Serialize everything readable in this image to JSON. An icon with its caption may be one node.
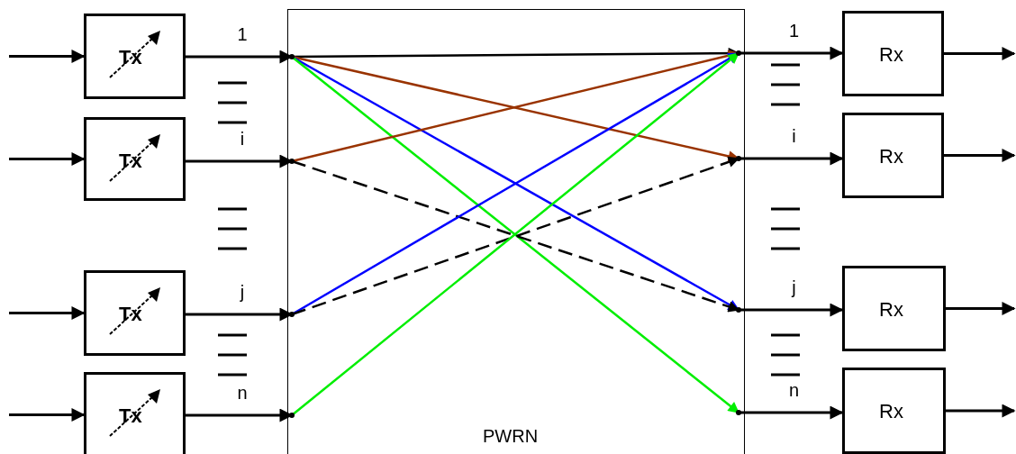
{
  "diagram": {
    "nodes": [
      {
        "text": [
          "Tx"
        ]
      },
      {
        "text": [
          "Tx"
        ]
      },
      {
        "text": [
          "Tx"
        ]
      },
      {
        "text": [
          "Tx"
        ]
      },
      {
        "text": [
          "PWRN"
        ]
      },
      {
        "text": [],
        "shape": "dot",
        "in": 4
      },
      {
        "text": [],
        "shape": "dot",
        "in": 4
      },
      {
        "text": [],
        "shape": "dot",
        "in": 4
      },
      {
        "text": [],
        "shape": "dot",
        "in": 4
      },
      {
        "text": [],
        "shape": "dot",
        "in": 4
      },
      {
        "text": [],
        "shape": "dot",
        "in": 4
      },
      {
        "text": [],
        "shape": "dot",
        "in": 4
      },
      {
        "text": [],
        "shape": "dot",
        "in": 4
      },
      {
        "text": [
          "Rx"
        ]
      },
      {
        "text": [
          "Rx"
        ]
      },
      {
        "text": [
          "Rx"
        ]
      },
      {
        "text": [
          "Rx"
        ]
      }
    ],
    "edges": [
      {
        "from": null,
        "to": 0,
        "arrow": "to"
      },
      {
        "from": null,
        "to": 1,
        "arrow": "to"
      },
      {
        "from": null,
        "to": 2,
        "arrow": "to"
      },
      {
        "from": null,
        "to": 3,
        "arrow": "to"
      },
      {
        "from": 0,
        "to": 5,
        "arrow": "to",
        "label": "1"
      },
      {
        "from": 1,
        "to": 6,
        "arrow": "to",
        "label": "i"
      },
      {
        "from": 2,
        "to": 7,
        "arrow": "to",
        "label": "j"
      },
      {
        "from": 3,
        "to": 8,
        "arrow": "to",
        "label": "n"
      },
      {
        "from": 5,
        "to": 9,
        "arrow": "to"
      },
      {
        "from": 5,
        "to": 10,
        "arrow": "to",
        "color": "#993300"
      },
      {
        "from": 5,
        "to": 11,
        "arrow": "to",
        "color": "#0000ff"
      },
      {
        "from": 5,
        "to": 12,
        "arrow": "to",
        "color": "#00ee00"
      },
      {
        "from": 6,
        "to": 9,
        "arrow": "to",
        "color": "#993300"
      },
      {
        "from": 6,
        "to": 11,
        "arrow": "to",
        "style": "dashed"
      },
      {
        "from": 7,
        "to": 9,
        "arrow": "to",
        "color": "#0000ff"
      },
      {
        "from": 7,
        "to": 10,
        "arrow": "to",
        "style": "dashed"
      },
      {
        "from": 8,
        "to": 9,
        "arrow": "to",
        "color": "#00ee00"
      },
      {
        "from": 9,
        "to": 13,
        "arrow": "to",
        "label": "1"
      },
      {
        "from": 10,
        "to": 14,
        "arrow": "to",
        "label": "i"
      },
      {
        "from": 11,
        "to": 15,
        "arrow": "to",
        "label": "j"
      },
      {
        "from": 12,
        "to": 16,
        "arrow": "to",
        "label": "n"
      },
      {
        "from": 13,
        "to": null,
        "arrow": "to"
      },
      {
        "from": 14,
        "to": null,
        "arrow": "to"
      },
      {
        "from": 15,
        "to": null,
        "arrow": "to"
      },
      {
        "from": 16,
        "to": null,
        "arrow": "to"
      }
    ]
  }
}
